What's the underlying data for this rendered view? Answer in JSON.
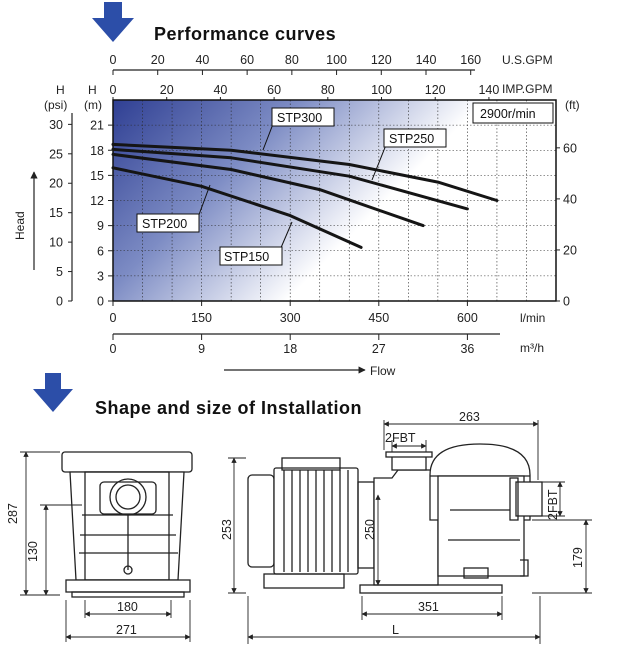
{
  "titles": {
    "performance": "Performance curves",
    "installation": "Shape and size of Installation"
  },
  "axes": {
    "us_gpm": {
      "label": "U.S.GPM",
      "ticks": [
        "0",
        "20",
        "40",
        "60",
        "80",
        "100",
        "120",
        "140",
        "160"
      ]
    },
    "imp_gpm": {
      "label": "IMP.GPM",
      "ticks": [
        "0",
        "20",
        "40",
        "60",
        "80",
        "100",
        "120",
        "140"
      ]
    },
    "lmin": {
      "label": "l/min",
      "ticks": [
        "0",
        "150",
        "300",
        "450",
        "600"
      ]
    },
    "m3h": {
      "label": "m³/h",
      "ticks": [
        "0",
        "9",
        "18",
        "27",
        "36"
      ]
    },
    "psi": {
      "label": "H",
      "unit": "(psi)",
      "ticks": [
        "30",
        "25",
        "20",
        "15",
        "10",
        "5",
        "0"
      ]
    },
    "m": {
      "label": "H",
      "unit": "(m)",
      "ticks": [
        "21",
        "18",
        "15",
        "12",
        "9",
        "6",
        "3",
        "0"
      ]
    },
    "ft": {
      "unit": "(ft)",
      "ticks": [
        "60",
        "40",
        "20",
        "0"
      ]
    },
    "head": "Head",
    "flow": "Flow"
  },
  "chart_data": {
    "type": "line",
    "x_unit": "l/min",
    "y_unit": "m",
    "xlim": [
      0,
      750
    ],
    "ylim": [
      0,
      24
    ],
    "speed": "2900r/min",
    "series": [
      {
        "name": "STP300",
        "x": [
          0,
          200,
          400,
          550,
          650
        ],
        "y": [
          18.7,
          18.0,
          16.3,
          14.2,
          12.0
        ]
      },
      {
        "name": "STP250",
        "x": [
          0,
          200,
          400,
          600
        ],
        "y": [
          18.1,
          17.1,
          14.9,
          11.0
        ]
      },
      {
        "name": "STP200",
        "x": [
          0,
          200,
          350,
          525
        ],
        "y": [
          17.5,
          15.7,
          13.3,
          9.0
        ]
      },
      {
        "name": "STP150",
        "x": [
          0,
          150,
          300,
          420
        ],
        "y": [
          15.9,
          13.7,
          10.2,
          6.4
        ]
      }
    ]
  },
  "dimensions": [
    "287",
    "130",
    "180",
    "271",
    "253",
    "250",
    "263",
    "2FBT",
    "2FBT",
    "179",
    "351",
    "L"
  ]
}
